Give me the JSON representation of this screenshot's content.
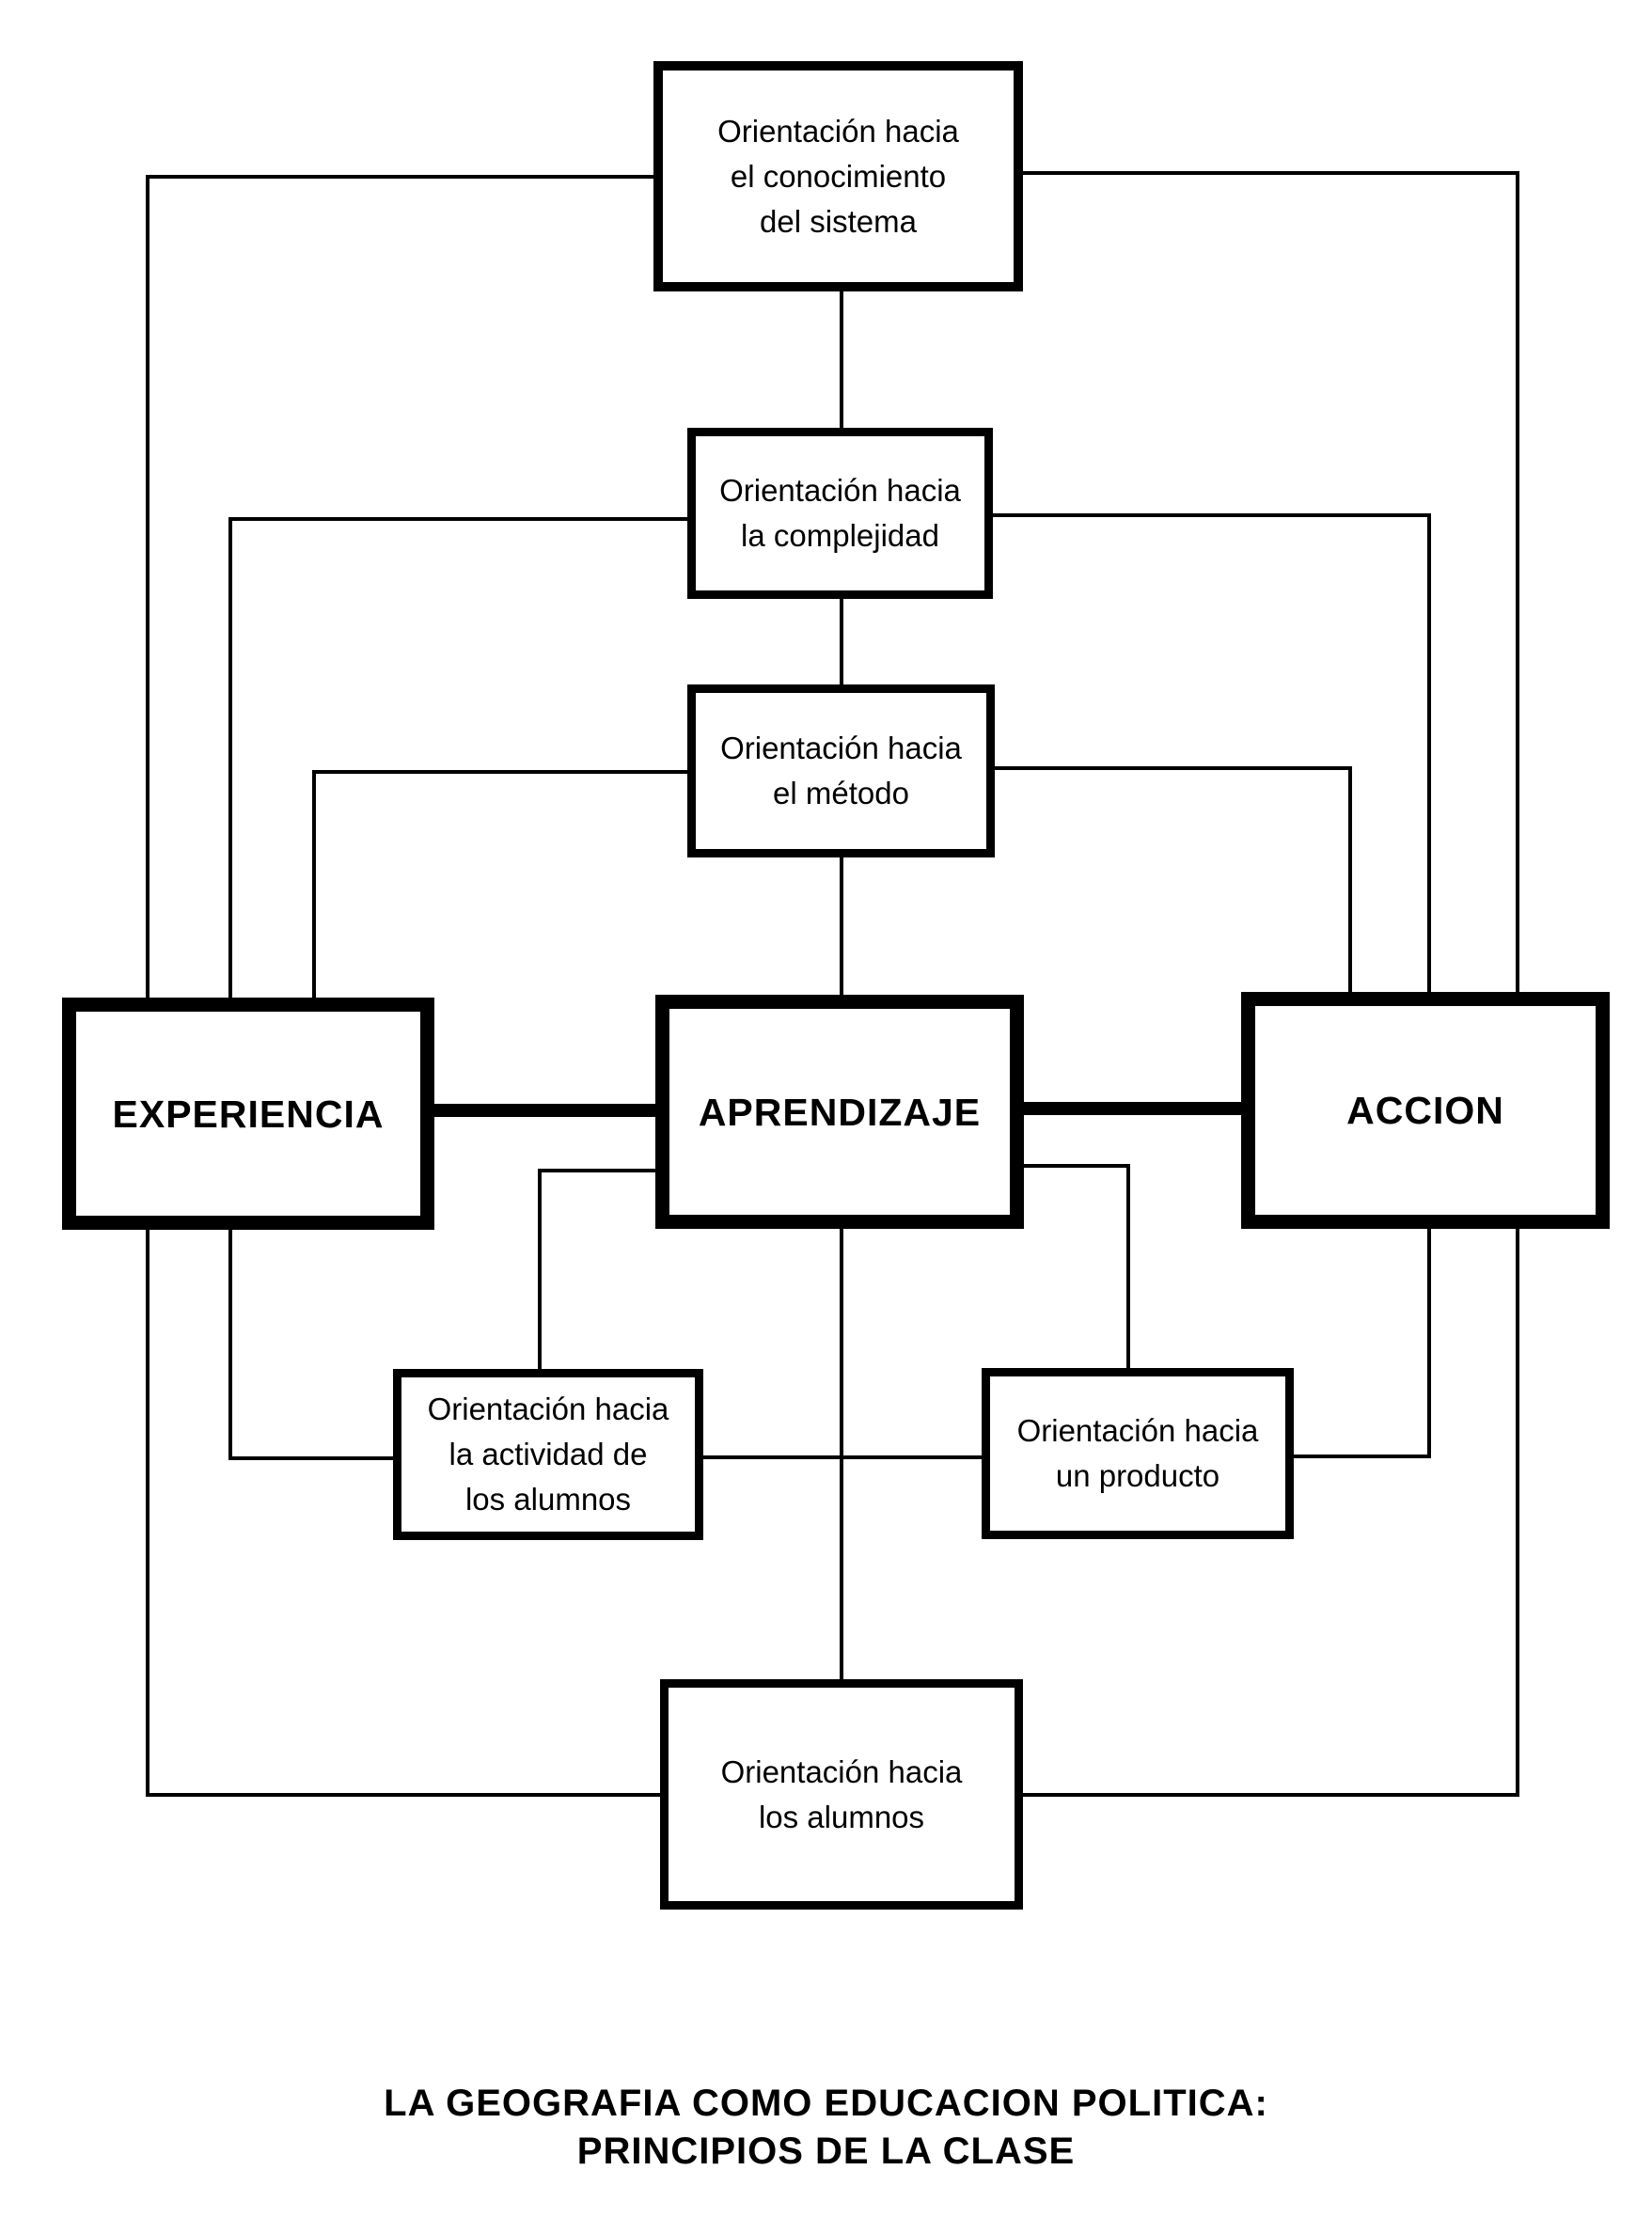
{
  "diagram": {
    "colors": {
      "line": "#000000",
      "background": "#ffffff"
    },
    "nodes": {
      "sistema": {
        "lines": [
          "Orientación hacia",
          "el conocimiento",
          "del sistema"
        ]
      },
      "complejidad": {
        "lines": [
          "Orientación hacia",
          "la complejidad"
        ]
      },
      "metodo": {
        "lines": [
          "Orientación hacia",
          "el método"
        ]
      },
      "experiencia": {
        "lines": [
          "EXPERIENCIA"
        ]
      },
      "aprendizaje": {
        "lines": [
          "APRENDIZAJE"
        ]
      },
      "accion": {
        "lines": [
          "ACCION"
        ]
      },
      "actividad": {
        "lines": [
          "Orientación hacia",
          "la actividad de",
          "los alumnos"
        ]
      },
      "producto": {
        "lines": [
          "Orientación hacia",
          "un producto"
        ]
      },
      "alumnos": {
        "lines": [
          "Orientación hacia",
          "los alumnos"
        ]
      }
    },
    "edges": [
      {
        "from": "sistema",
        "to": "complejidad"
      },
      {
        "from": "complejidad",
        "to": "metodo"
      },
      {
        "from": "metodo",
        "to": "aprendizaje"
      },
      {
        "from": "sistema",
        "to": "experiencia"
      },
      {
        "from": "sistema",
        "to": "accion"
      },
      {
        "from": "complejidad",
        "to": "experiencia"
      },
      {
        "from": "complejidad",
        "to": "accion"
      },
      {
        "from": "metodo",
        "to": "experiencia"
      },
      {
        "from": "metodo",
        "to": "accion"
      },
      {
        "from": "experiencia",
        "to": "aprendizaje",
        "weight": "strong"
      },
      {
        "from": "aprendizaje",
        "to": "accion",
        "weight": "strong"
      },
      {
        "from": "aprendizaje",
        "to": "actividad"
      },
      {
        "from": "aprendizaje",
        "to": "producto"
      },
      {
        "from": "aprendizaje",
        "to": "alumnos"
      },
      {
        "from": "experiencia",
        "to": "actividad"
      },
      {
        "from": "actividad",
        "to": "producto"
      },
      {
        "from": "producto",
        "to": "accion"
      },
      {
        "from": "experiencia",
        "to": "alumnos"
      },
      {
        "from": "alumnos",
        "to": "accion"
      }
    ]
  },
  "caption": {
    "line1": "LA GEOGRAFIA COMO EDUCACION POLITICA:",
    "line2": "PRINCIPIOS DE LA CLASE"
  }
}
